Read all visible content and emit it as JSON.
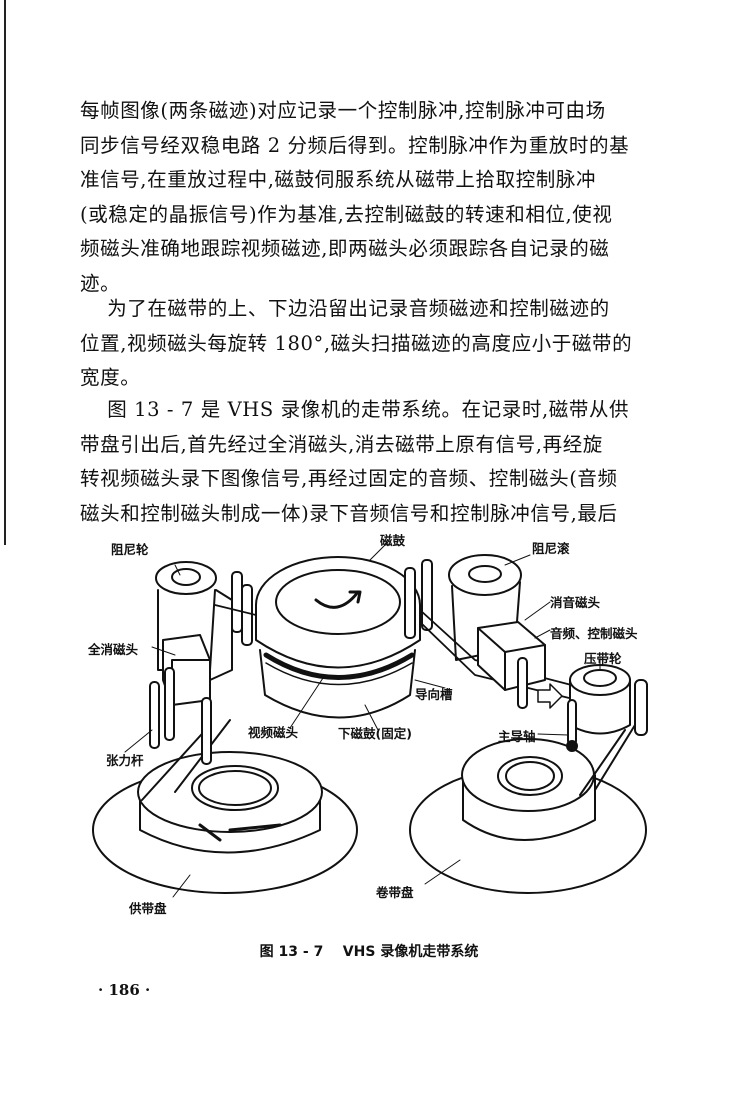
{
  "paragraphs": [
    {
      "lines": [
        "每帧图像(两条磁迹)对应记录一个控制脉冲,控制脉冲可由场",
        "同步信号经双稳电路 2 分频后得到。控制脉冲作为重放时的基",
        "准信号,在重放过程中,磁鼓伺服系统从磁带上拾取控制脉冲",
        "(或稳定的晶振信号)作为基准,去控制磁鼓的转速和相位,使视",
        "频磁头准确地跟踪视频磁迹,即两磁头必须跟踪各自记录的磁",
        "迹。"
      ]
    },
    {
      "lines": [
        "    为了在磁带的上、下边沿留出记录音频磁迹和控制磁迹的",
        "位置,视频磁头每旋转 180°,磁头扫描磁迹的高度应小于磁带的",
        "宽度。"
      ]
    },
    {
      "lines": [
        "    图 13 - 7 是 VHS 录像机的走带系统。在记录时,磁带从供",
        "带盘引出后,首先经过全消磁头,消去磁带上原有信号,再经旋",
        "转视频磁头录下图像信号,再经过固定的音频、控制磁头(音频",
        "磁头和控制磁头制成一体)录下音频信号和控制脉冲信号,最后"
      ]
    }
  ],
  "figure": {
    "labels": {
      "damping_wheel": "阻尼轮",
      "drum": "磁鼓",
      "damping_roller": "阻尼滚",
      "erase_audio_head": "消音磁头",
      "full_erase_head": "全消磁头",
      "audio_control_head": "音频、控制磁头",
      "pinch_roller": "压带轮",
      "guide_groove": "导向槽",
      "video_head": "视频磁头",
      "lower_drum": "下磁鼓(固定)",
      "capstan": "主导轴",
      "tension_arm": "张力杆",
      "supply_reel": "供带盘",
      "takeup_reel": "卷带盘"
    },
    "caption": "图 13 - 7    VHS 录像机走带系统"
  },
  "page_number": "· 186 ·"
}
